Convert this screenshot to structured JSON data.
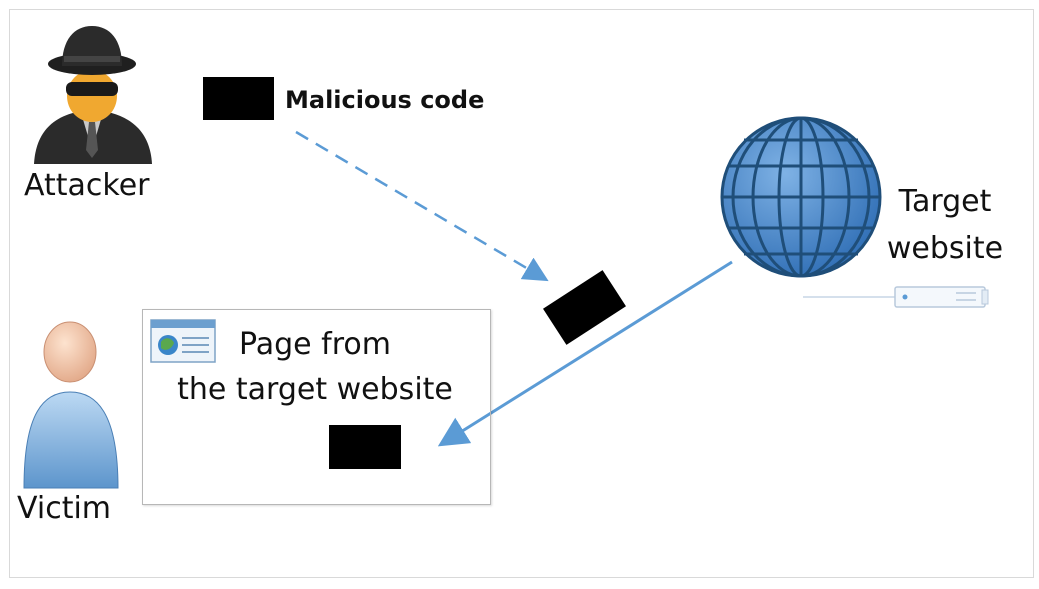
{
  "labels": {
    "attacker": "Attacker",
    "victim": "Victim",
    "malicious_code": "Malicious code",
    "target_line1": "Target",
    "target_line2": "website",
    "page_line1": "Page from",
    "page_line2": "the target website"
  },
  "icons": {
    "attacker": "spy-icon",
    "victim": "user-icon",
    "target": "globe-icon",
    "server": "server-icon",
    "browser": "browser-window-icon",
    "code_block": "malicious-code-block"
  },
  "colors": {
    "arrow": "#5b9bd5",
    "globe_fill": "#4a86c8",
    "globe_line": "#1f4e79",
    "code_block": "#000000"
  }
}
